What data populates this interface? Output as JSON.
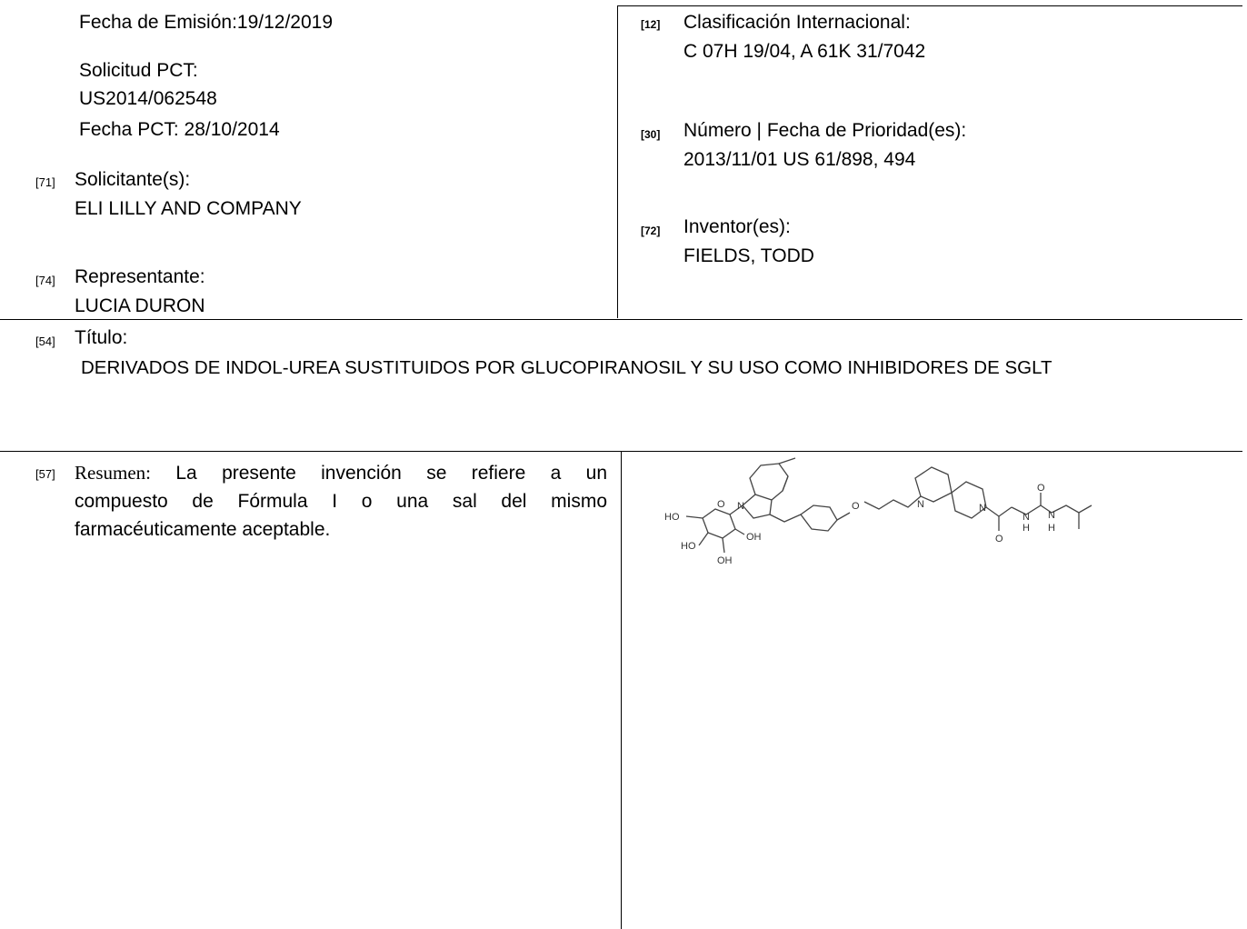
{
  "left": {
    "fecha_emision": "Fecha de Emisión:19/12/2019",
    "solicitud_pct_label": "Solicitud PCT:",
    "solicitud_pct_value": "US2014/062548",
    "fecha_pct": "Fecha PCT: 28/10/2014",
    "solicitante_code": "[71]",
    "solicitante_label": "Solicitante(s):",
    "solicitante_value": "ELI  LILLY AND COMPANY",
    "representante_code": "[74]",
    "representante_label": "Representante:",
    "representante_value": "LUCIA DURON"
  },
  "right": {
    "clasificacion_code": "[12]",
    "clasificacion_label": "Clasificación Internacional:",
    "clasificacion_value": "C 07H 19/04, A 61K  31/7042",
    "prioridad_code": "[30]",
    "prioridad_label": "Número | Fecha de Prioridad(es):",
    "prioridad_value": "2013/11/01 US 61/898, 494",
    "inventor_code": "[72]",
    "inventor_label": "Inventor(es):",
    "inventor_value": "FIELDS, TODD"
  },
  "titulo": {
    "code": "[54]",
    "label": "Título:",
    "value": "DERIVADOS DE INDOL-UREA SUSTITUIDOS POR GLUCOPIRANOSIL Y SU USO COMO INHIBIDORES DE SGLT"
  },
  "resumen": {
    "code": "[57]",
    "label": "Resumen:",
    "line1": "La presente invención se refiere a un",
    "line2": "compuesto de Fórmula I o una sal del mismo",
    "line3": "farmacéuticamente aceptable."
  },
  "structure": {
    "atom_labels": [
      "HO",
      "O",
      "N",
      "HO",
      "OH",
      "OH",
      "O",
      "N",
      "N",
      "O",
      "N",
      "N",
      "H",
      "H",
      "O"
    ]
  }
}
